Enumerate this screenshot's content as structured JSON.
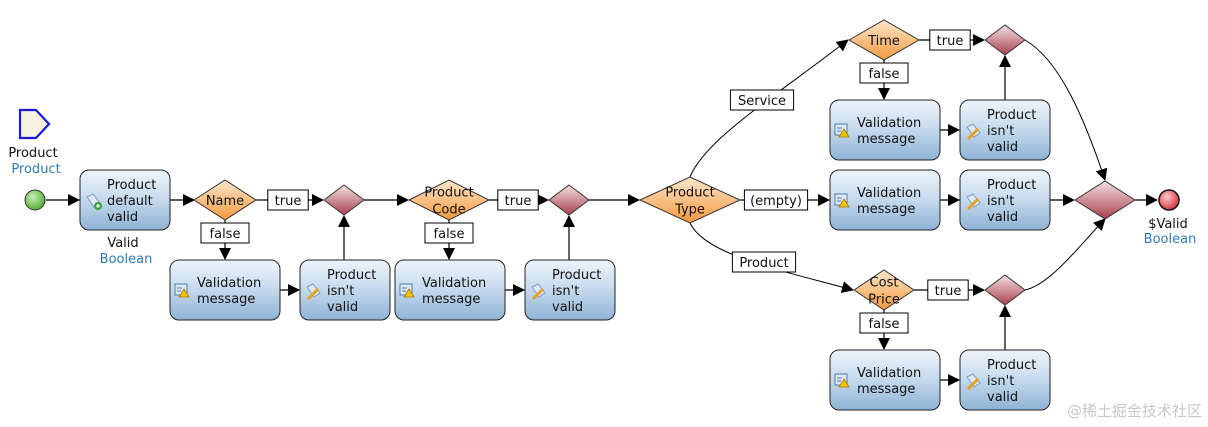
{
  "diagram": {
    "parameter": {
      "name": "Product",
      "type": "Product"
    },
    "start_event": {
      "label": ""
    },
    "end_event": {
      "name": "$Valid",
      "type": "Boolean"
    },
    "activities": [
      {
        "id": "a1",
        "lines": [
          "Product",
          "default",
          "valid"
        ],
        "icon": "change-object-icon",
        "result_name": "Valid",
        "result_type": "Boolean"
      },
      {
        "id": "vm1",
        "lines": [
          "Validation",
          "message"
        ],
        "icon": "validation-message-icon"
      },
      {
        "id": "pi1",
        "lines": [
          "Product",
          "isn't",
          "valid"
        ],
        "icon": "change-variable-icon"
      },
      {
        "id": "vm2",
        "lines": [
          "Validation",
          "message"
        ],
        "icon": "validation-message-icon"
      },
      {
        "id": "pi2",
        "lines": [
          "Product",
          "isn't",
          "valid"
        ],
        "icon": "change-variable-icon"
      },
      {
        "id": "vm3",
        "lines": [
          "Validation",
          "message"
        ],
        "icon": "validation-message-icon"
      },
      {
        "id": "pi3",
        "lines": [
          "Product",
          "isn't",
          "valid"
        ],
        "icon": "change-variable-icon"
      },
      {
        "id": "vm4",
        "lines": [
          "Validation",
          "message"
        ],
        "icon": "validation-message-icon"
      },
      {
        "id": "pi4",
        "lines": [
          "Product",
          "isn't",
          "valid"
        ],
        "icon": "change-variable-icon"
      },
      {
        "id": "vm5",
        "lines": [
          "Validation",
          "message"
        ],
        "icon": "validation-message-icon"
      },
      {
        "id": "pi5",
        "lines": [
          "Product",
          "isn't",
          "valid"
        ],
        "icon": "change-variable-icon"
      }
    ],
    "decisions": [
      {
        "id": "d1",
        "lines": [
          "Name"
        ]
      },
      {
        "id": "d2",
        "lines": [
          "Product",
          "Code"
        ]
      },
      {
        "id": "d3",
        "lines": [
          "Product",
          "Type"
        ]
      },
      {
        "id": "d4",
        "lines": [
          "Time"
        ]
      },
      {
        "id": "d5",
        "lines": [
          "Cost",
          "Price"
        ]
      }
    ],
    "merges": [
      "m1",
      "m2",
      "m3",
      "m4",
      "m5"
    ],
    "flow_labels": {
      "true": "true",
      "false": "false",
      "service": "Service",
      "empty": "(empty)",
      "product": "Product"
    }
  },
  "colors": {
    "activity_top": "#eef4fa",
    "activity_bottom": "#8fb3d6",
    "decision_top": "#fde0bf",
    "decision_bottom": "#f49a3e",
    "merge_top": "#f2d9dc",
    "merge_bottom": "#a8424e",
    "start": "#5cbf3a",
    "end": "#d9353f",
    "parameter_fill": "#f5f2de",
    "parameter_stroke": "#1a1adc",
    "type_text": "#2e7ab8"
  },
  "watermark": "@稀土掘金技术社区"
}
